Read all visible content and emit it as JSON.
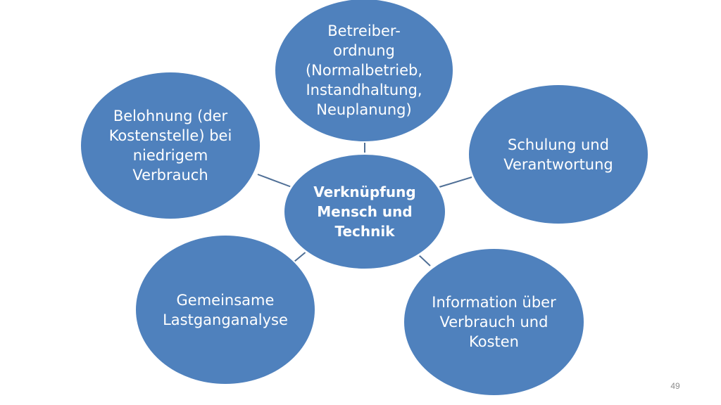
{
  "diagram": {
    "center": {
      "label": "Verknüpfung\nMensch und\nTechnik"
    },
    "nodes": {
      "top": "Betreiber-\nordnung\n(Normalbetrieb,\nInstandhaltung,\nNeuplanung)",
      "left": "Belohnung (der\nKostenstelle) bei\nniedrigem\nVerbrauch",
      "right": "Schulung und\nVerantwortung",
      "bottom_left": "Gemeinsame\nLastganganalyse",
      "bottom_right": "Information über\nVerbrauch und\nKosten"
    },
    "colors": {
      "node_fill": "#4f81bd",
      "node_border": "#ffffff",
      "connector": "#4f6f96",
      "text": "#ffffff",
      "page_number": "#8c8c8c"
    }
  },
  "slide": {
    "page_number": "49"
  }
}
